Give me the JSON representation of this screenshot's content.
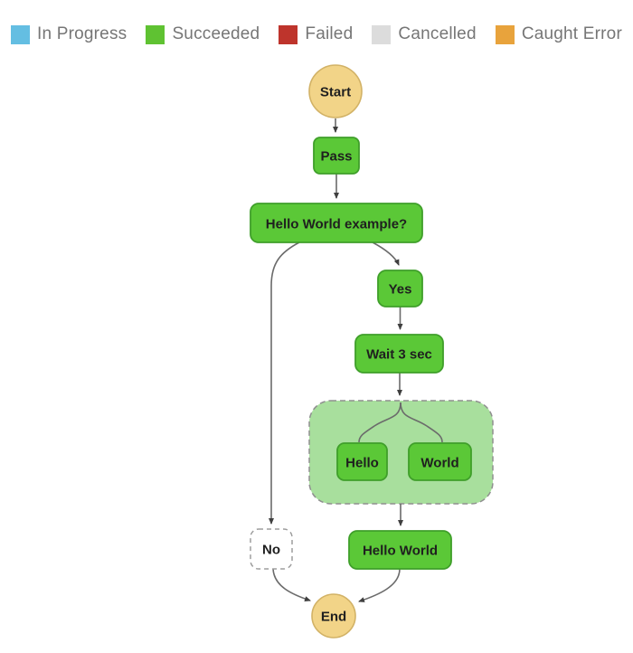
{
  "legend": {
    "items": [
      {
        "label": "In Progress",
        "color": "#64BEE2"
      },
      {
        "label": "Succeeded",
        "color": "#5FC232"
      },
      {
        "label": "Failed",
        "color": "#BE342C"
      },
      {
        "label": "Cancelled",
        "color": "#DCDCDC"
      },
      {
        "label": "Caught Error",
        "color": "#E8A33C"
      }
    ]
  },
  "graph": {
    "nodes": {
      "start": {
        "label": "Start",
        "shape": "circle",
        "status": "terminal"
      },
      "pass": {
        "label": "Pass",
        "shape": "rect",
        "status": "succeeded"
      },
      "choice": {
        "label": "Hello World example?",
        "shape": "rect",
        "status": "succeeded"
      },
      "yes": {
        "label": "Yes",
        "shape": "rect",
        "status": "succeeded"
      },
      "wait": {
        "label": "Wait 3 sec",
        "shape": "rect",
        "status": "succeeded"
      },
      "parallel": {
        "label": "",
        "shape": "container",
        "status": "succeeded"
      },
      "hello": {
        "label": "Hello",
        "shape": "rect",
        "status": "succeeded"
      },
      "world": {
        "label": "World",
        "shape": "rect",
        "status": "succeeded"
      },
      "no": {
        "label": "No",
        "shape": "rect",
        "status": "not-executed"
      },
      "hello_world": {
        "label": "Hello World",
        "shape": "rect",
        "status": "succeeded"
      },
      "end": {
        "label": "End",
        "shape": "circle",
        "status": "terminal"
      }
    },
    "edges": [
      {
        "from": "Start",
        "to": "Pass"
      },
      {
        "from": "Pass",
        "to": "Hello World example?"
      },
      {
        "from": "Hello World example?",
        "to": "No"
      },
      {
        "from": "Hello World example?",
        "to": "Yes"
      },
      {
        "from": "Yes",
        "to": "Wait 3 sec"
      },
      {
        "from": "Wait 3 sec",
        "to": "Parallel"
      },
      {
        "from": "Parallel",
        "to": "Hello"
      },
      {
        "from": "Parallel",
        "to": "World"
      },
      {
        "from": "Parallel",
        "to": "Hello World"
      },
      {
        "from": "Hello World",
        "to": "End"
      },
      {
        "from": "No",
        "to": "End"
      }
    ]
  },
  "colors": {
    "succeeded_fill": "#5BC837",
    "succeeded_border": "#3F9F2A",
    "parallel_fill": "#A8DF9D",
    "terminal_fill": "#F2D488",
    "terminal_border": "#D2B266",
    "dashed_border": "#9E9E9E",
    "edge": "#6B6B6B",
    "node_text": "#1F1F1F",
    "legend_text": "#767676"
  }
}
